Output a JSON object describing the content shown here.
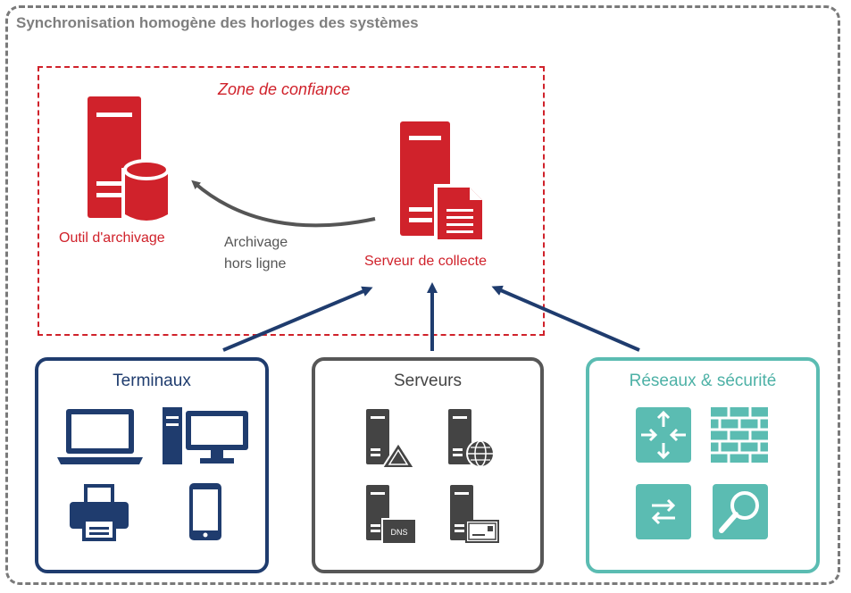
{
  "diagram": {
    "title": "Synchronisation homogène des horloges des systèmes",
    "trust_zone": {
      "title": "Zone de confiance",
      "archive_tool_label": "Outil d'archivage",
      "collector_label": "Serveur de collecte",
      "edge_label_line1": "Archivage",
      "edge_label_line2": "hors ligne"
    },
    "groups": {
      "terminals": {
        "title": "Terminaux",
        "icons": [
          "laptop-icon",
          "desktop-icon",
          "printer-icon",
          "smartphone-icon"
        ]
      },
      "servers": {
        "title": "Serveurs",
        "icons": [
          "warning-server-icon",
          "web-server-icon",
          "dns-server-icon",
          "mail-server-icon"
        ],
        "dns_text": "DNS"
      },
      "network": {
        "title": "Réseaux & sécurité",
        "icons": [
          "router-icon",
          "firewall-icon",
          "switch-icon",
          "search-icon"
        ]
      }
    }
  },
  "colors": {
    "red": "#d0222b",
    "navy": "#1f3c6e",
    "gray": "#575757",
    "teal": "#5bbcb2"
  }
}
